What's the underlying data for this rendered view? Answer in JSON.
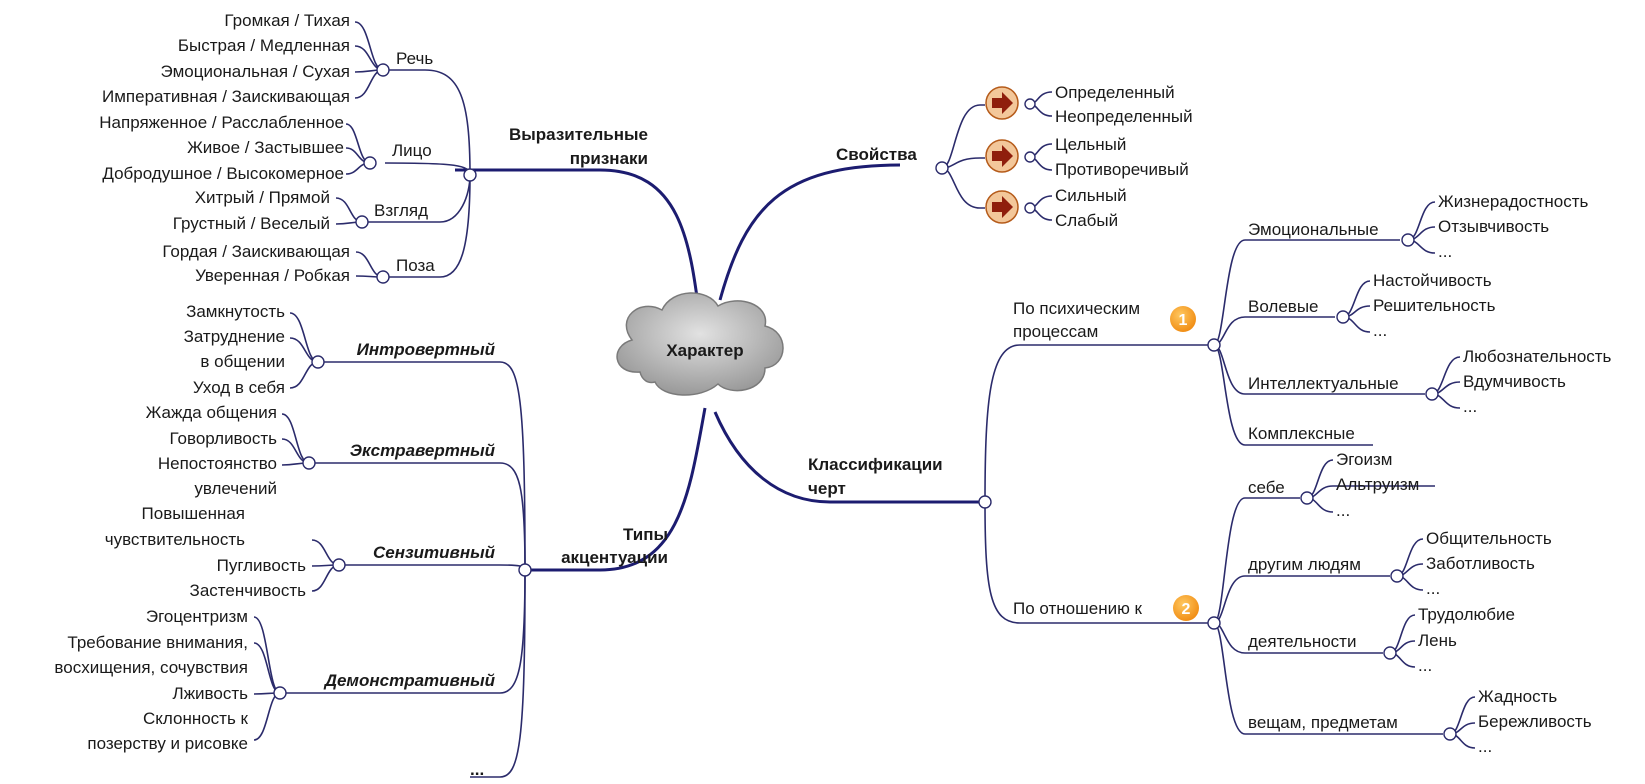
{
  "center": "Характер",
  "expressive": {
    "title_line1": "Выразительные",
    "title_line2": "признаки",
    "speech": {
      "label": "Речь",
      "items": [
        "Громкая / Тихая",
        "Быстрая / Медленная",
        "Эмоциональная / Сухая",
        "Императивная / Заискивающая"
      ]
    },
    "face": {
      "label": "Лицо",
      "items": [
        "Напряженное / Расслабленное",
        "Живое / Застывшее",
        "Добродушное / Высокомерное"
      ]
    },
    "gaze": {
      "label": "Взгляд",
      "items": [
        "Хитрый / Прямой",
        "Грустный / Веселый"
      ]
    },
    "pose": {
      "label": "Поза",
      "items": [
        "Гордая / Заискивающая",
        "Уверенная / Робкая"
      ]
    }
  },
  "accent": {
    "title_line1": "Типы",
    "title_line2": "акцентуации",
    "introvert": {
      "label": "Интровертный",
      "items": [
        "Замкнутость",
        "Затруднение",
        "в общении",
        "Уход в себя"
      ]
    },
    "extravert": {
      "label": "Экстравертный",
      "items": [
        "Жажда общения",
        "Говорливость",
        "Непостоянство",
        "увлечений"
      ]
    },
    "sensitive": {
      "label": "Сензитивный",
      "items": [
        "Повышенная",
        "чувствительность",
        "Пугливость",
        "Застенчивость"
      ]
    },
    "demonstrative": {
      "label": "Демонстративный",
      "items": [
        "Эгоцентризм",
        "Требование внимания,",
        "восхищения, сочувствия",
        "Лживость",
        "Склонность к",
        "позерству и рисовке"
      ]
    },
    "more": "..."
  },
  "properties": {
    "title": "Свойства",
    "items": [
      "Определенный",
      "Неопределенный",
      "Цельный",
      "Противоречивый",
      "Сильный",
      "Слабый"
    ]
  },
  "classification": {
    "title_line1": "Классификации",
    "title_line2": "черт",
    "mental": {
      "label_line1": "По психическим",
      "label_line2": "процессам",
      "badge": "1",
      "emotional": {
        "label": "Эмоциональные",
        "items": [
          "Жизнерадостность",
          "Отзывчивость",
          "..."
        ]
      },
      "volitional": {
        "label": "Волевые",
        "items": [
          "Настойчивость",
          "Решительность",
          "..."
        ]
      },
      "intellectual": {
        "label": "Интеллектуальные",
        "items": [
          "Любознательность",
          "Вдумчивость",
          "..."
        ]
      },
      "complex": {
        "label": "Комплексные"
      }
    },
    "relation": {
      "label": "По отношению к",
      "badge": "2",
      "self": {
        "label": "себе",
        "items": [
          "Эгоизм",
          "Альтруизм",
          "..."
        ]
      },
      "others": {
        "label": "другим людям",
        "items": [
          "Общительность",
          "Заботливость",
          "..."
        ]
      },
      "activity": {
        "label": "деятельности",
        "items": [
          "Трудолюбие",
          "Лень",
          "..."
        ]
      },
      "things": {
        "label": "вещам, предметам",
        "items": [
          "Жадность",
          "Бережливость",
          "..."
        ]
      }
    }
  }
}
